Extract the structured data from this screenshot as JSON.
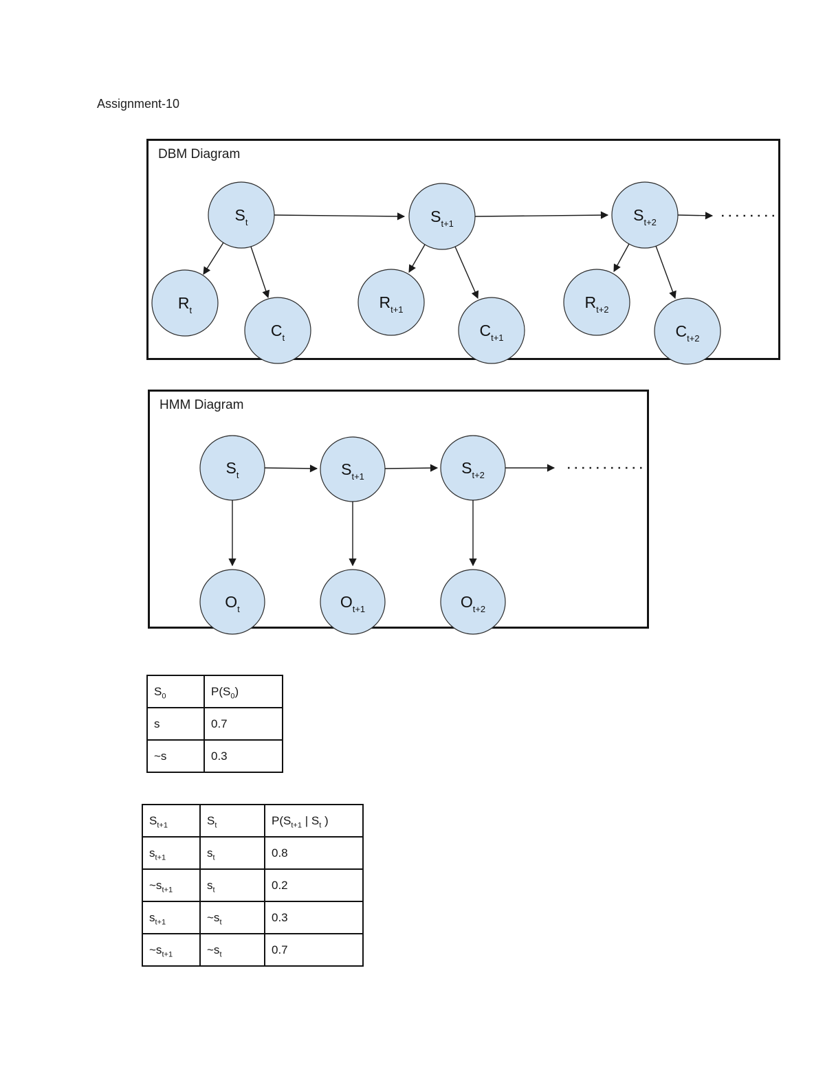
{
  "page": {
    "title": "Assignment-10"
  },
  "colors": {
    "node_fill": "#cfe2f3",
    "node_border": "#2b2b2b",
    "ink": "#1a1a1a"
  },
  "dbm": {
    "title": "DBM Diagram",
    "nodes": [
      {
        "base": "S",
        "sub": "t"
      },
      {
        "base": "S",
        "sub": "t+1"
      },
      {
        "base": "S",
        "sub": "t+2"
      },
      {
        "base": "R",
        "sub": "t"
      },
      {
        "base": "C",
        "sub": "t"
      },
      {
        "base": "R",
        "sub": "t+1"
      },
      {
        "base": "C",
        "sub": "t+1"
      },
      {
        "base": "R",
        "sub": "t+2"
      },
      {
        "base": "C",
        "sub": "t+2"
      }
    ]
  },
  "hmm": {
    "title": "HMM Diagram",
    "nodes": [
      {
        "base": "S",
        "sub": "t"
      },
      {
        "base": "S",
        "sub": "t+1"
      },
      {
        "base": "S",
        "sub": "t+2"
      },
      {
        "base": "O",
        "sub": "t"
      },
      {
        "base": "O",
        "sub": "t+1"
      },
      {
        "base": "O",
        "sub": "t+2"
      }
    ]
  },
  "prior_table": {
    "headers": [
      "S_0_",
      "P(S_0_)"
    ],
    "rows": [
      [
        "s",
        "0.7"
      ],
      [
        "~s",
        "0.3"
      ]
    ]
  },
  "transition_table": {
    "headers": [
      "S_t+1_",
      "S_t_",
      "P(S_t+1_ | S_t_ )"
    ],
    "rows": [
      [
        "s_t+1_",
        "s_t_",
        "0.8"
      ],
      [
        "~s_t+1_",
        "s_t_",
        "0.2"
      ],
      [
        "s_t+1_",
        "~s_t_",
        "0.3"
      ],
      [
        "~s_t+1_",
        "~s_t_",
        "0.7"
      ]
    ]
  }
}
